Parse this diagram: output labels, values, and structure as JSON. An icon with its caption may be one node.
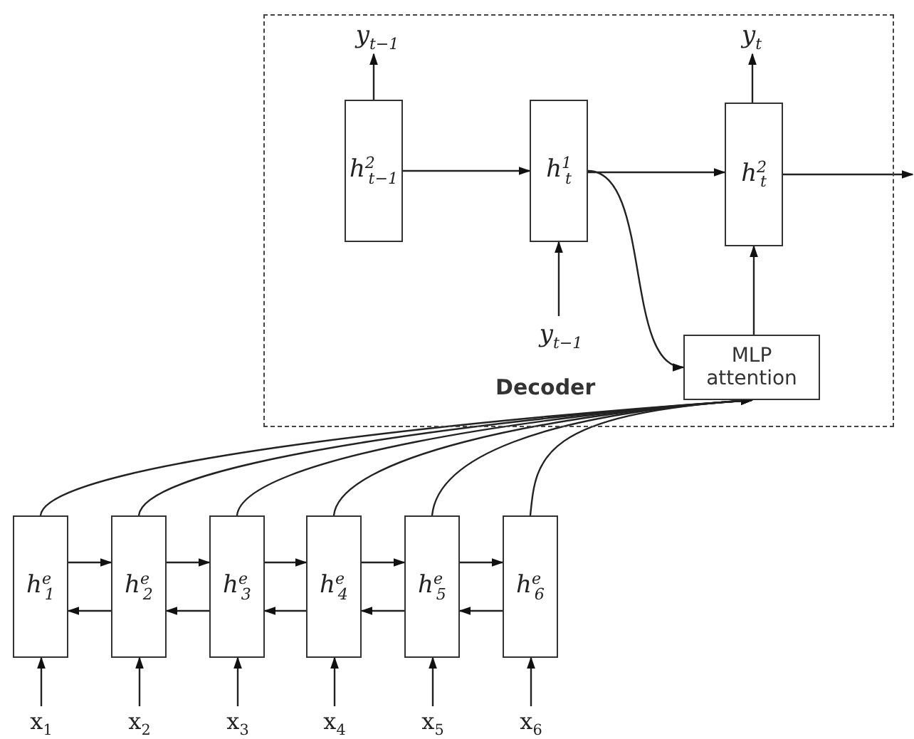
{
  "diagram": {
    "nodes": [
      {
        "text": [
          "Decoder"
        ]
      },
      {
        "text": [
          "y$_{t−1}$"
        ],
        "in": 0
      },
      {
        "text": [
          "h$^{2}$$_{t−1}$"
        ],
        "in": 0
      },
      {
        "text": [
          "h$^{1}$$_{t}$"
        ],
        "in": 0
      },
      {
        "text": [
          "y$_{t}$"
        ],
        "in": 0
      },
      {
        "text": [
          "h$^{2}$$_{t}$"
        ],
        "in": 0
      },
      {
        "text": [
          "y$_{t−1}$"
        ],
        "in": 0
      },
      {
        "text": [
          "MLP attention"
        ],
        "in": 0
      },
      {
        "text": [
          "h$^{e}$$_{1}$"
        ]
      },
      {
        "text": [
          "h$^{e}$$_{2}$"
        ]
      },
      {
        "text": [
          "h$^{e}$$_{3}$"
        ]
      },
      {
        "text": [
          "h$^{e}$$_{4}$"
        ]
      },
      {
        "text": [
          "h$^{e}$$_{5}$"
        ]
      },
      {
        "text": [
          "h$^{e}$$_{6}$"
        ]
      },
      {
        "text": [
          "x$_{1}$"
        ]
      },
      {
        "text": [
          "x$_{2}$"
        ]
      },
      {
        "text": [
          "x$_{3}$"
        ]
      },
      {
        "text": [
          "x$_{4}$"
        ]
      },
      {
        "text": [
          "x$_{5}$"
        ]
      },
      {
        "text": [
          "x$_{6}$"
        ]
      }
    ],
    "edges": [
      {
        "from": 2,
        "to": 1,
        "arrow": "to"
      },
      {
        "from": 2,
        "to": 3,
        "arrow": "to"
      },
      {
        "from": 3,
        "to": 5,
        "arrow": "to"
      },
      {
        "from": 5,
        "to": 4,
        "arrow": "to"
      },
      {
        "from": 6,
        "to": 3,
        "arrow": "to"
      },
      {
        "from": 3,
        "to": 7,
        "arrow": "to"
      },
      {
        "from": 7,
        "to": 5,
        "arrow": "to"
      },
      {
        "from": 5,
        "to": null,
        "arrow": "to"
      },
      {
        "from": 8,
        "to": 9,
        "arrow": "to"
      },
      {
        "from": 9,
        "to": 10,
        "arrow": "to"
      },
      {
        "from": 10,
        "to": 11,
        "arrow": "to"
      },
      {
        "from": 11,
        "to": 12,
        "arrow": "to"
      },
      {
        "from": 12,
        "to": 13,
        "arrow": "to"
      },
      {
        "from": 9,
        "to": 8,
        "arrow": "to"
      },
      {
        "from": 10,
        "to": 9,
        "arrow": "to"
      },
      {
        "from": 11,
        "to": 10,
        "arrow": "to"
      },
      {
        "from": 12,
        "to": 11,
        "arrow": "to"
      },
      {
        "from": 13,
        "to": 12,
        "arrow": "to"
      },
      {
        "from": 14,
        "to": 8,
        "arrow": "to"
      },
      {
        "from": 15,
        "to": 9,
        "arrow": "to"
      },
      {
        "from": 16,
        "to": 10,
        "arrow": "to"
      },
      {
        "from": 17,
        "to": 11,
        "arrow": "to"
      },
      {
        "from": 18,
        "to": 12,
        "arrow": "to"
      },
      {
        "from": 19,
        "to": 13,
        "arrow": "to"
      },
      {
        "from": 8,
        "to": 7,
        "arrow": "to"
      },
      {
        "from": 9,
        "to": 7,
        "arrow": "to"
      },
      {
        "from": 10,
        "to": 7,
        "arrow": "to"
      },
      {
        "from": 11,
        "to": 7,
        "arrow": "to"
      },
      {
        "from": 12,
        "to": 7,
        "arrow": "to"
      },
      {
        "from": 13,
        "to": 7,
        "arrow": "to"
      }
    ]
  }
}
